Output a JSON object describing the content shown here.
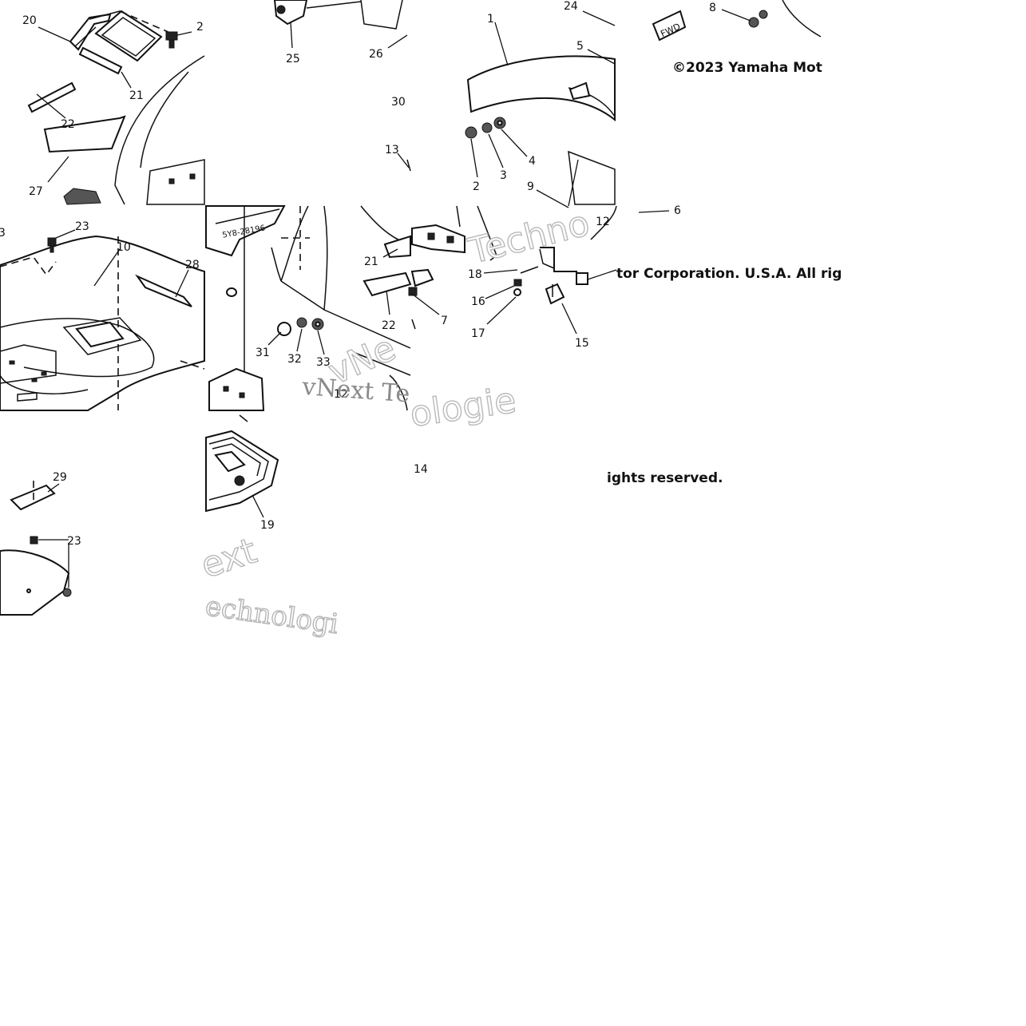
{
  "diagram": {
    "copyright_fragments": {
      "a": "©2023 Yamaha Mot",
      "b": "tor Corporation. U.S.A. All rig",
      "c": "ights reserved."
    },
    "watermark_fragments": {
      "a": "vNext Te",
      "b": "Techno",
      "c": "vNe",
      "d": "ext",
      "e": "echnologi",
      "f": "ologie"
    },
    "decal_text": {
      "fwd": "FWD",
      "model": "5Y8-28196"
    },
    "callouts": [
      {
        "id": "c20",
        "label": "20"
      },
      {
        "id": "c2a",
        "label": "2"
      },
      {
        "id": "c21a",
        "label": "21"
      },
      {
        "id": "c22a",
        "label": "22"
      },
      {
        "id": "c27",
        "label": "27"
      },
      {
        "id": "c25",
        "label": "25"
      },
      {
        "id": "c26",
        "label": "26"
      },
      {
        "id": "c30",
        "label": "30"
      },
      {
        "id": "c13",
        "label": "13"
      },
      {
        "id": "c1",
        "label": "1"
      },
      {
        "id": "c24",
        "label": "24"
      },
      {
        "id": "c5",
        "label": "5"
      },
      {
        "id": "c8",
        "label": "8"
      },
      {
        "id": "c2b",
        "label": "2"
      },
      {
        "id": "c3",
        "label": "3"
      },
      {
        "id": "c4",
        "label": "4"
      },
      {
        "id": "c9",
        "label": "9"
      },
      {
        "id": "c12a",
        "label": "12"
      },
      {
        "id": "c6",
        "label": "6"
      },
      {
        "id": "c3b",
        "label": "3"
      },
      {
        "id": "c23a",
        "label": "23"
      },
      {
        "id": "c10",
        "label": "10"
      },
      {
        "id": "c28",
        "label": "28"
      },
      {
        "id": "c21b",
        "label": "21"
      },
      {
        "id": "c22b",
        "label": "22"
      },
      {
        "id": "c7",
        "label": "7"
      },
      {
        "id": "c31",
        "label": "31"
      },
      {
        "id": "c32",
        "label": "32"
      },
      {
        "id": "c33",
        "label": "33"
      },
      {
        "id": "c12b",
        "label": "12"
      },
      {
        "id": "c18",
        "label": "18"
      },
      {
        "id": "c16",
        "label": "16"
      },
      {
        "id": "c17",
        "label": "17"
      },
      {
        "id": "c15",
        "label": "15"
      },
      {
        "id": "c14",
        "label": "14"
      },
      {
        "id": "c29",
        "label": "29"
      },
      {
        "id": "c23b",
        "label": "23"
      },
      {
        "id": "c19",
        "label": "19"
      }
    ]
  }
}
